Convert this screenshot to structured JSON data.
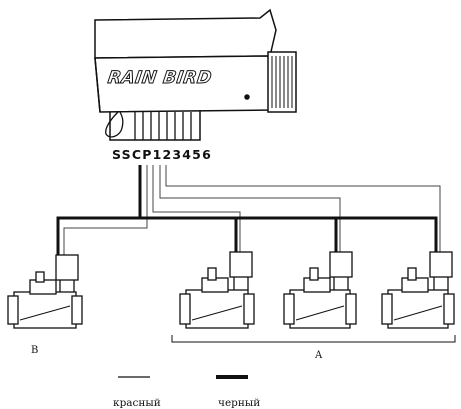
{
  "controller": {
    "brand": "RAIN BIRD",
    "terminals": "SSCP123456"
  },
  "labels": {
    "group_b": "B",
    "group_a": "A"
  },
  "legend": {
    "red": "красный",
    "black": "черный"
  },
  "colors": {
    "line": "#111111",
    "thin_wire": "#555555",
    "background": "#ffffff"
  }
}
